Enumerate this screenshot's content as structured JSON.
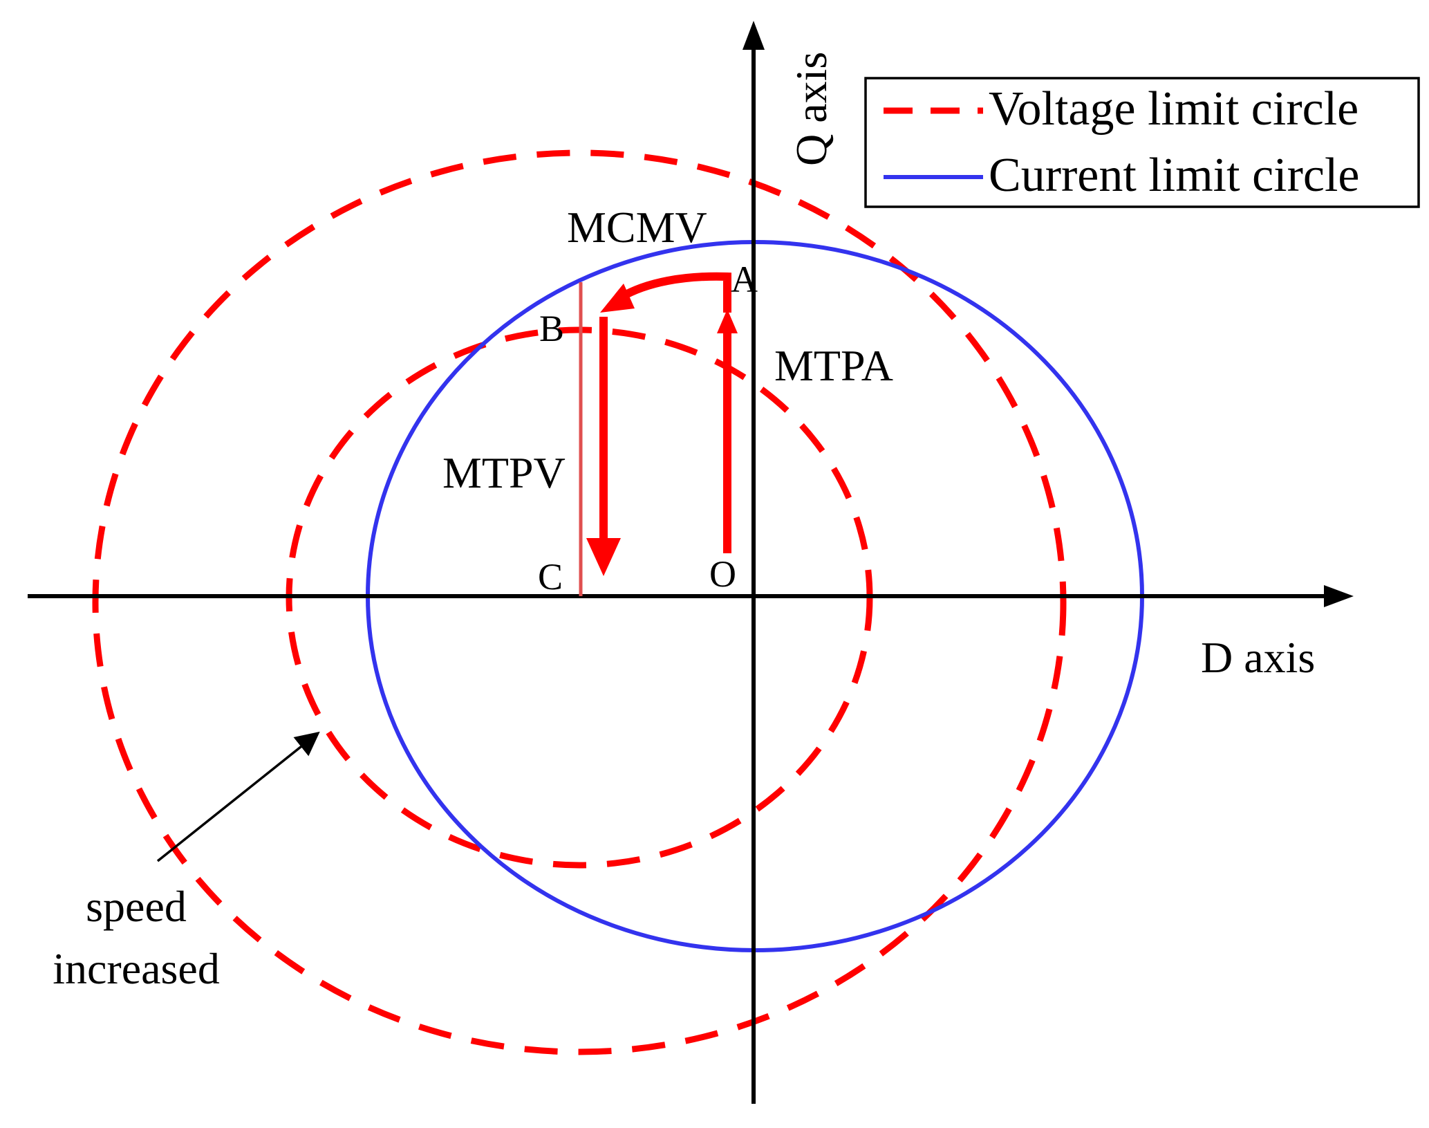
{
  "colors": {
    "voltage": "#ff0000",
    "current": "#3333ee",
    "axis": "#000000",
    "trajectory": "#ff0000",
    "mcmv_line": "#e05050"
  },
  "axes": {
    "d_label": "D axis",
    "q_label": "Q axis"
  },
  "legend": {
    "voltage_label": "Voltage limit circle",
    "current_label": "Current limit circle"
  },
  "points": {
    "o": "O",
    "a": "A",
    "b": "B",
    "c": "C"
  },
  "regions": {
    "mtpa": "MTPA",
    "mcmv": "MCMV",
    "mtpv": "MTPV"
  },
  "annotation": {
    "line1": "speed",
    "line2": "increased"
  }
}
